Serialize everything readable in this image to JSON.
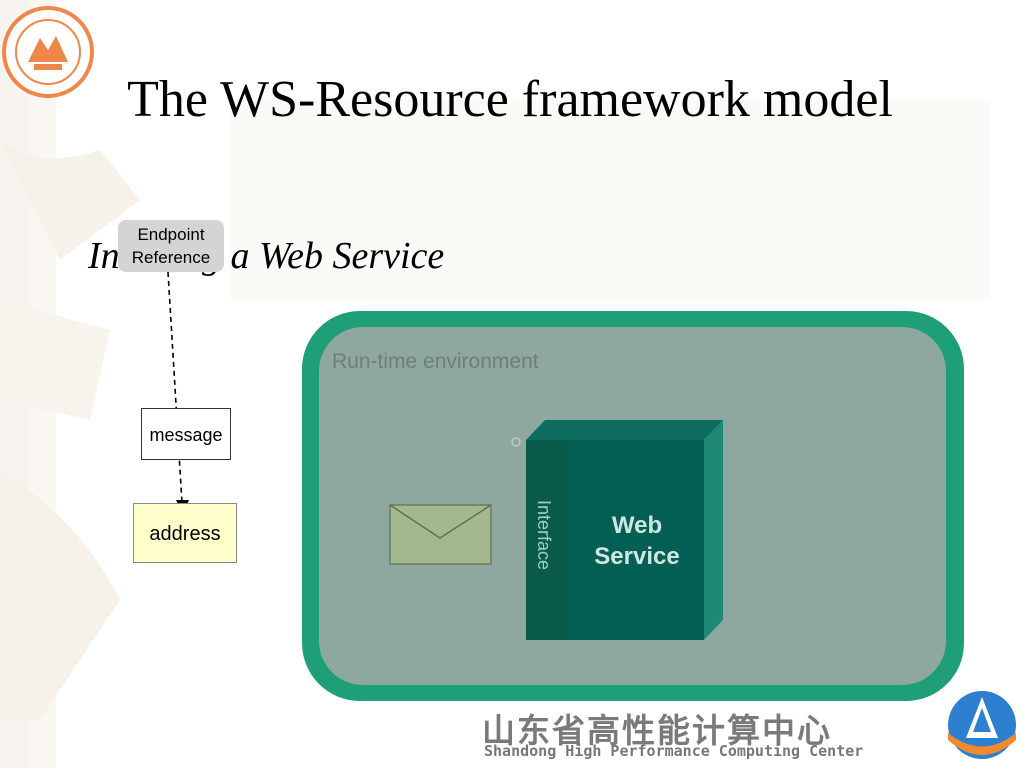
{
  "slide": {
    "title": "The WS-Resource framework model",
    "subtitle": "Invoking a Web Service"
  },
  "diagram": {
    "endpoint_reference": "Endpoint Reference",
    "message": "message",
    "address": "address",
    "runtime_environment": "Run-time environment",
    "interface": "Interface",
    "web_service": "Web Service"
  },
  "footer": {
    "center_name_cn": "山东省高性能计算中心",
    "center_name_en": "Shandong High Performance Computing Center"
  },
  "colors": {
    "runtime_fill": "#8ea89f",
    "runtime_border": "#1f9f78",
    "interface_fill": "#0a5a4c",
    "service_fill": "#035e54",
    "envelope_fill": "#a4b88e",
    "address_fill": "#ffffcc"
  }
}
